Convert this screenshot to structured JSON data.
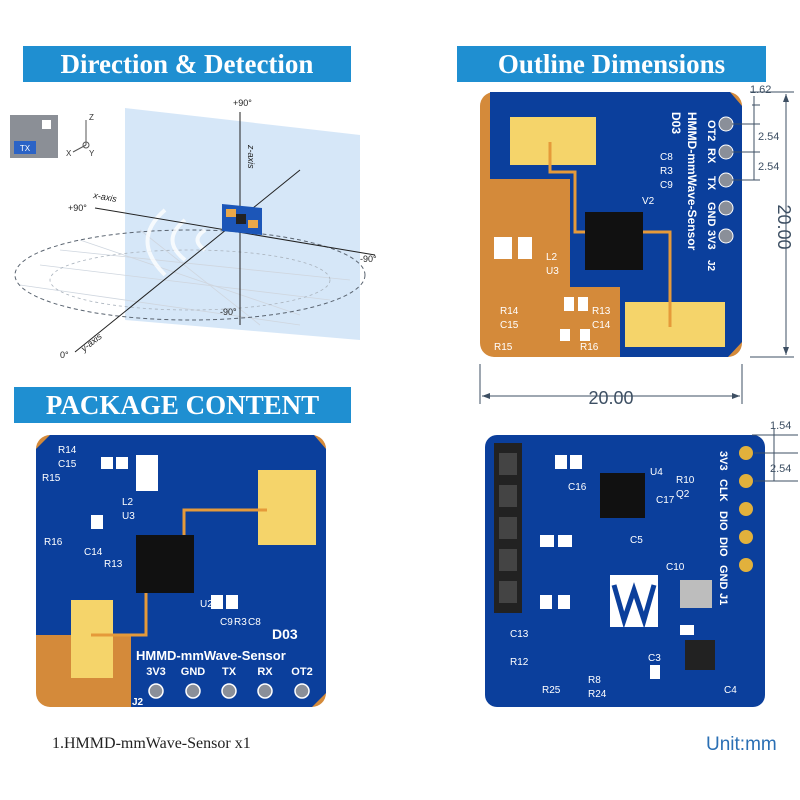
{
  "banners": {
    "direction": "Direction & Detection",
    "outline": "Outline Dimensions",
    "package": "PACKAGE CONTENT"
  },
  "direction_figure": {
    "top_angle": "+90°",
    "left_angle": "+90°",
    "right_angle": "-90°",
    "bottom_angle": "-90°",
    "origin_angle": "0°",
    "z_axis": "z-axis",
    "x_axis": "x-axis",
    "y_axis": "y-axis",
    "inset": {
      "tx": "TX",
      "z": "Z",
      "x": "X",
      "y": "Y"
    }
  },
  "outline_figure": {
    "pin_pitch_first": "1.62",
    "pin_pitch_1": "2.54",
    "pin_pitch_2": "2.54",
    "height": "20.00",
    "width": "20.00",
    "silk_pins": [
      "OT2",
      "RX",
      "TX",
      "GND",
      "3V3"
    ],
    "silk_title": "HMMD-mmWave-Sensor",
    "silk_code": "D03",
    "silk_j2": "J2",
    "silk_parts": [
      "C8",
      "R3",
      "C9",
      "V2",
      "L2",
      "U3",
      "R13",
      "C14",
      "R14",
      "C15",
      "R15",
      "R16"
    ]
  },
  "package_front": {
    "silk_title": "HMMD-mmWave-Sensor",
    "silk_code": "D03",
    "pins": [
      "3V3",
      "GND",
      "TX",
      "RX",
      "OT2"
    ],
    "silk_j2": "J2",
    "silk_parts": [
      "R14",
      "C15",
      "R15",
      "L2",
      "U3",
      "R16",
      "C14",
      "R13",
      "U2",
      "C8",
      "R3",
      "C9"
    ]
  },
  "package_back": {
    "pin_pitch_first": "1.54",
    "pin_pitch": "2.54",
    "pins": [
      "3V3",
      "CLK",
      "DIO",
      "DIO",
      "GND"
    ],
    "silk_j1": "J1",
    "silk_parts": [
      "R10",
      "U4",
      "C16",
      "C17",
      "C5",
      "C10",
      "C13",
      "R12",
      "R25",
      "R8",
      "R24",
      "C3",
      "C4",
      "Q2"
    ]
  },
  "caption": "1.HMMD-mmWave-Sensor x1",
  "unit": "Unit:mm",
  "colors": {
    "banner": "#1f8fd1",
    "pcb": "#0b3f9c",
    "antenna_board": "#d48a3a",
    "antenna_gold": "#f5d46a",
    "silk": "#ffffff",
    "dim_line": "#3d4f63"
  }
}
